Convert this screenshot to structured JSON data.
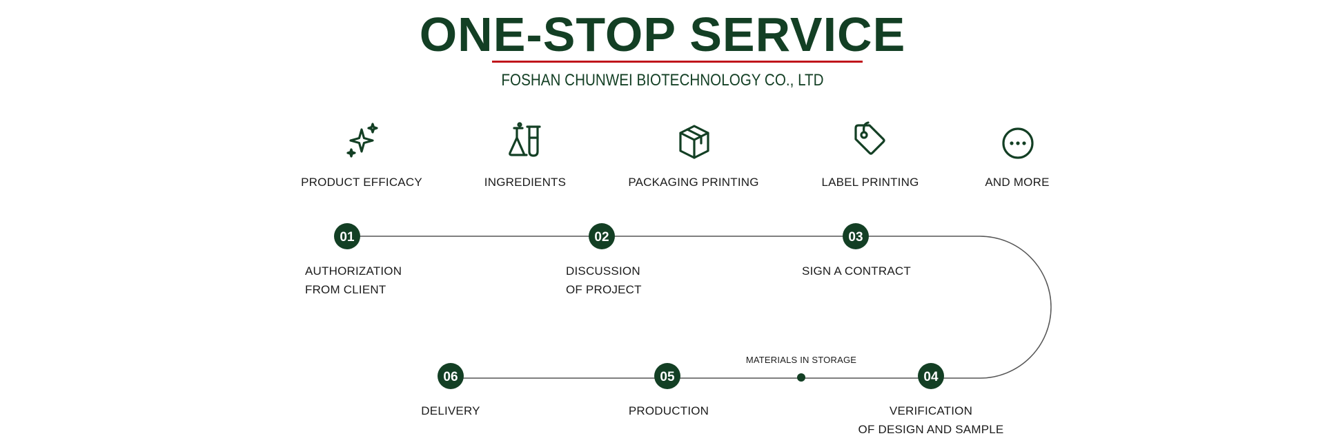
{
  "header": {
    "title": "ONE-STOP SERVICE",
    "subtitle": "FOSHAN CHUNWEI BIOTECHNOLOGY CO., LTD"
  },
  "services": [
    {
      "label": "PRODUCT EFFICACY",
      "icon": "sparkle-icon"
    },
    {
      "label": "INGREDIENTS",
      "icon": "flask-icon"
    },
    {
      "label": "PACKAGING PRINTING",
      "icon": "box-icon"
    },
    {
      "label": "LABEL PRINTING",
      "icon": "tag-icon"
    },
    {
      "label": "AND MORE",
      "icon": "more-icon"
    }
  ],
  "steps": [
    {
      "number": "01",
      "label_lines": [
        "AUTHORIZATION",
        "FROM CLIENT"
      ]
    },
    {
      "number": "02",
      "label_lines": [
        "DISCUSSION",
        "OF PROJECT"
      ]
    },
    {
      "number": "03",
      "label_lines": [
        "SIGN A CONTRACT"
      ]
    },
    {
      "number": "04",
      "label_lines": [
        "VERIFICATION",
        "OF DESIGN AND SAMPLE"
      ]
    },
    {
      "number": "05",
      "label_lines": [
        "PRODUCTION"
      ]
    },
    {
      "number": "06",
      "label_lines": [
        "DELIVERY"
      ]
    }
  ],
  "milestone": {
    "label": "MATERIALS IN STORAGE"
  },
  "colors": {
    "primary": "#133f24",
    "accent": "#c0151b",
    "line": "#555555"
  }
}
